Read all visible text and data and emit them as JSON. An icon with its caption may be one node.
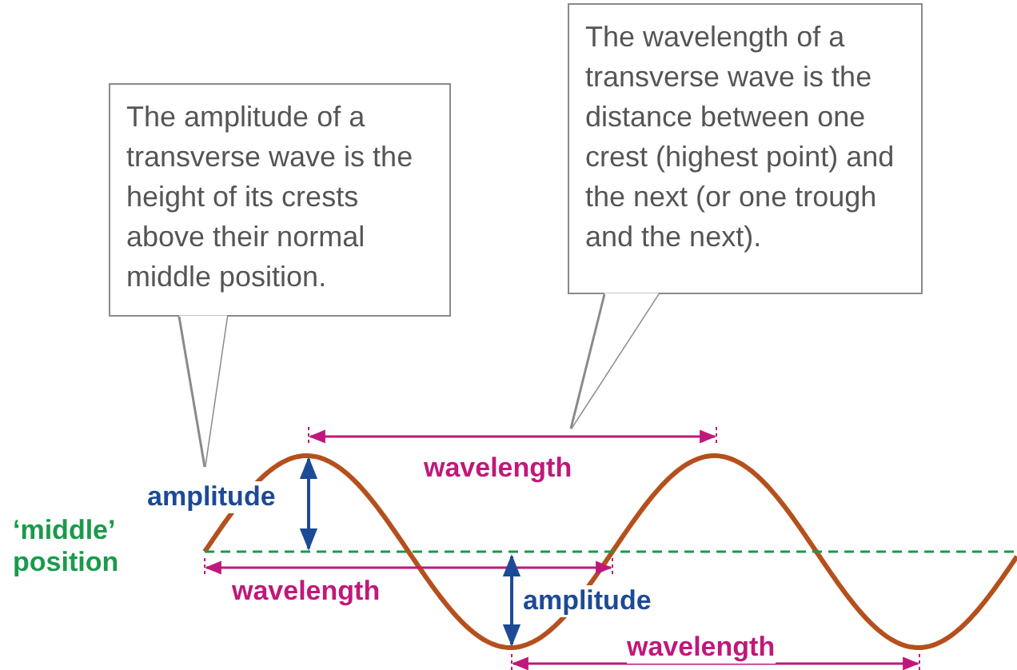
{
  "diagram": {
    "nodes": [
      {
        "text": [
          "The amplitude of a transverse wave is the height of its crests above their normal middle position."
        ]
      },
      {
        "text": [
          "The wavelength of a transverse wave is the distance between one crest (highest point) and the next (or one trough and the next)."
        ]
      }
    ],
    "edges": [
      {
        "from": 0,
        "to": null,
        "arrow": "none"
      },
      {
        "from": 1,
        "to": null,
        "arrow": "none"
      }
    ],
    "labels": [
      "wavelength",
      "amplitude",
      "‘middle’ position",
      "wavelength",
      "amplitude",
      "wavelength"
    ]
  }
}
